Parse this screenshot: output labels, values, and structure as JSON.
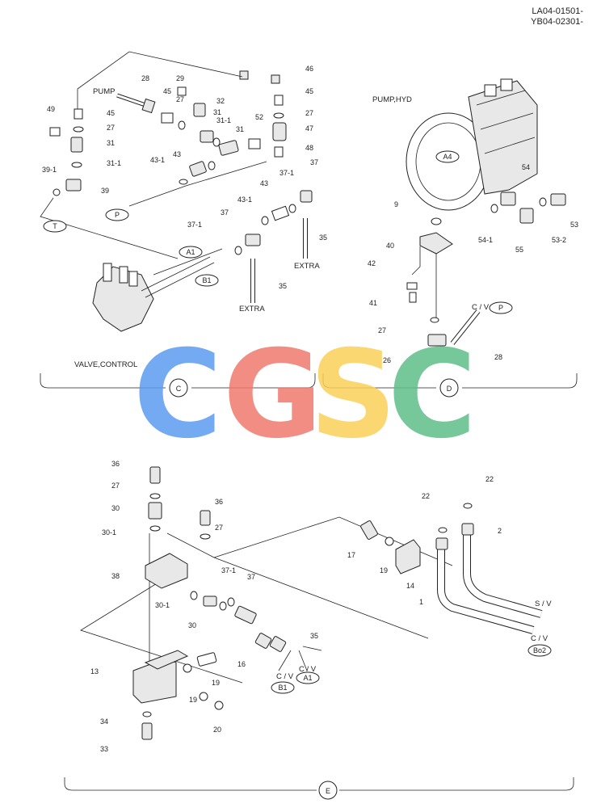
{
  "header": {
    "line1": "LA04-01501-",
    "line2": "YB04-02301-"
  },
  "sections": [
    {
      "letter": "C"
    },
    {
      "letter": "D"
    },
    {
      "letter": "E"
    }
  ],
  "captions": {
    "pump": "PUMP",
    "pump_hyd": "PUMP,HYD",
    "valve_control": "VALVE,CONTROL",
    "extra_1": "EXTRA",
    "extra_2": "EXTRA",
    "sv": "S / V",
    "cv_1": "C / V",
    "cv_2": "C / V",
    "cv_3": "C / V",
    "cv_4": "C / V"
  },
  "ports": {
    "T": "T",
    "P": "P",
    "A1": "A1",
    "B1": "B1",
    "A4": "A4",
    "P2": "P",
    "Bo2": "Bo2",
    "B1b": "B1",
    "A1b": "A1"
  },
  "watermark": {
    "letters": [
      "C",
      "G",
      "S",
      "C"
    ],
    "colors": [
      "#5b9cf0",
      "#f07a6e",
      "#fbd15a",
      "#5fbf8a"
    ]
  },
  "labels": [
    "46",
    "28",
    "29",
    "45",
    "27",
    "32",
    "31",
    "31-1",
    "31",
    "52",
    "45",
    "27",
    "47",
    "48",
    "49",
    "45",
    "27",
    "31",
    "31-1",
    "39-1",
    "39",
    "43-1",
    "43",
    "37-1",
    "37",
    "43",
    "43-1",
    "37",
    "37-1",
    "35",
    "35",
    "54",
    "9",
    "53",
    "54-1",
    "53-2",
    "55",
    "40",
    "42",
    "41",
    "27",
    "26",
    "28",
    "36",
    "27",
    "30",
    "30-1",
    "36",
    "27",
    "38",
    "37-1",
    "37",
    "30-1",
    "30",
    "35",
    "16",
    "13",
    "19",
    "19",
    "20",
    "34",
    "33",
    "17",
    "19",
    "14",
    "1",
    "22",
    "22",
    "2"
  ]
}
